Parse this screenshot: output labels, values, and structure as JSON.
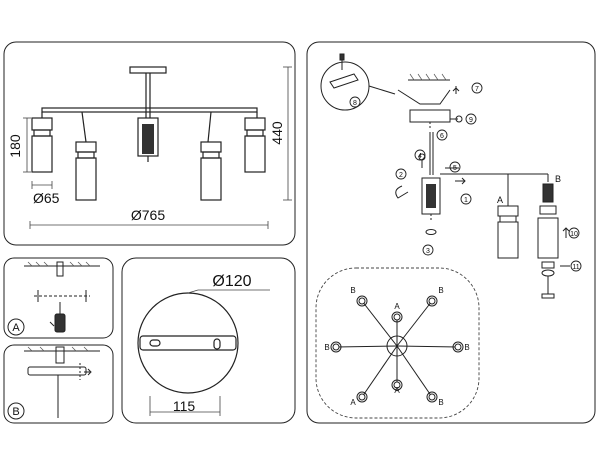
{
  "panel_main": {
    "dim_height_total": "440",
    "dim_height_shade": "180",
    "dim_shade_dia": "Ø65",
    "dim_span": "Ø765"
  },
  "panel_a": {
    "label": "A"
  },
  "panel_b": {
    "label": "B"
  },
  "panel_canopy": {
    "dim_dia": "Ø120",
    "dim_spacing": "115"
  },
  "panel_assembly": {
    "steps": [
      "1",
      "2",
      "3",
      "4",
      "5",
      "6",
      "7",
      "8",
      "9",
      "10",
      "11"
    ],
    "label_a": "A",
    "label_b": "B",
    "top_view_labels": [
      "B",
      "A",
      "B",
      "B",
      "B",
      "A",
      "A",
      "B"
    ]
  }
}
